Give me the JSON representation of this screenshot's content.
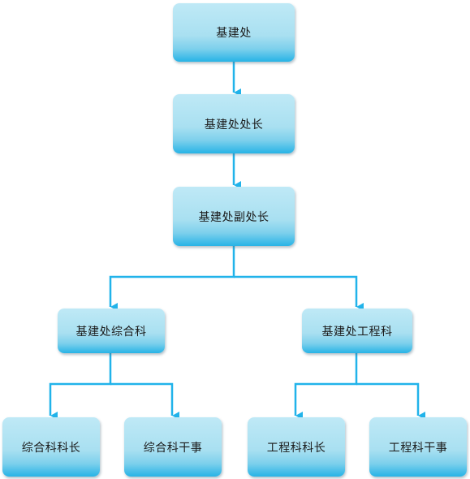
{
  "nodes": {
    "root": "基建处",
    "head": "基建处处长",
    "deputy": "基建处副处长",
    "general_section": "基建处综合科",
    "engineering_section": "基建处工程科",
    "general_chief": "综合科科长",
    "general_officer": "综合科干事",
    "engineering_chief": "工程科科长",
    "engineering_officer": "工程科干事"
  },
  "edges": [
    [
      "root",
      "head"
    ],
    [
      "head",
      "deputy"
    ],
    [
      "deputy",
      "general_section"
    ],
    [
      "deputy",
      "engineering_section"
    ],
    [
      "general_section",
      "general_chief"
    ],
    [
      "general_section",
      "general_officer"
    ],
    [
      "engineering_section",
      "engineering_chief"
    ],
    [
      "engineering_section",
      "engineering_officer"
    ]
  ],
  "colors": {
    "connector": "#21b3ea",
    "node_top": "#bfe9f6",
    "node_bottom": "#27b3e6",
    "text": "#1a1a1a"
  }
}
